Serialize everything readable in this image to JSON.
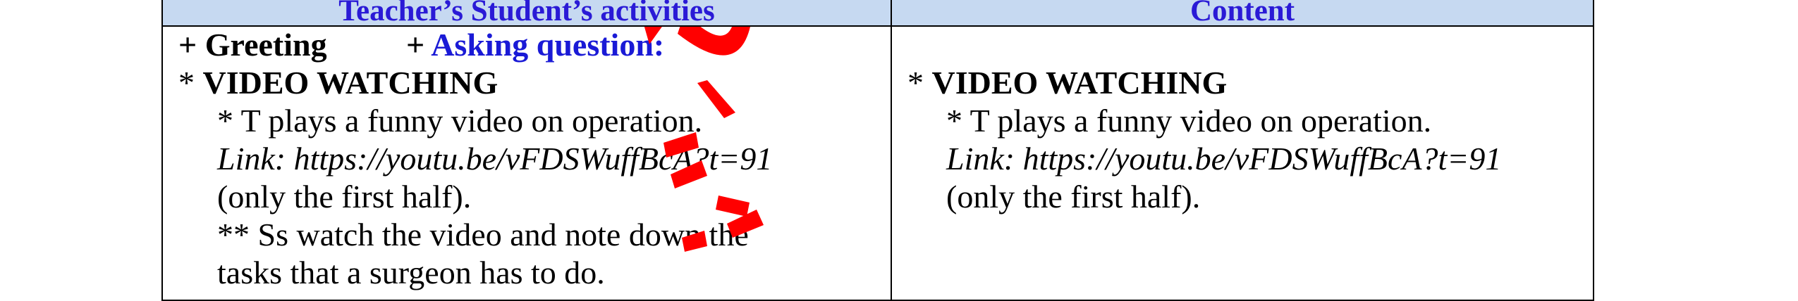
{
  "table": {
    "headers": [
      "Teacher’s  Student’s activities",
      "Content"
    ]
  },
  "left": {
    "greeting": "+ Greeting",
    "asking_prefix": "+ ",
    "asking": "Asking question:",
    "section_star": "* ",
    "section_title": "VIDEO WATCHING",
    "step1": "* T plays a funny video on operation.",
    "link": "Link: https://youtu.be/vFDSWuffBcA?t=91",
    "note": "(only the first half).",
    "step2": "** Ss watch the video and note down the",
    "step2_cont": "tasks that a surgeon has to do."
  },
  "right": {
    "section_star": "* ",
    "section_title": "VIDEO WATCHING",
    "step1": "* T plays a funny video on operation.",
    "link": "Link: https://youtu.be/vFDSWuffBcA?t=91",
    "note": "(only the first half)."
  },
  "colors": {
    "header_bg": "#c6d9f1",
    "header_text": "#2a1ad6",
    "blue_text": "#1a1ad6",
    "watermark": "#ff0000"
  }
}
